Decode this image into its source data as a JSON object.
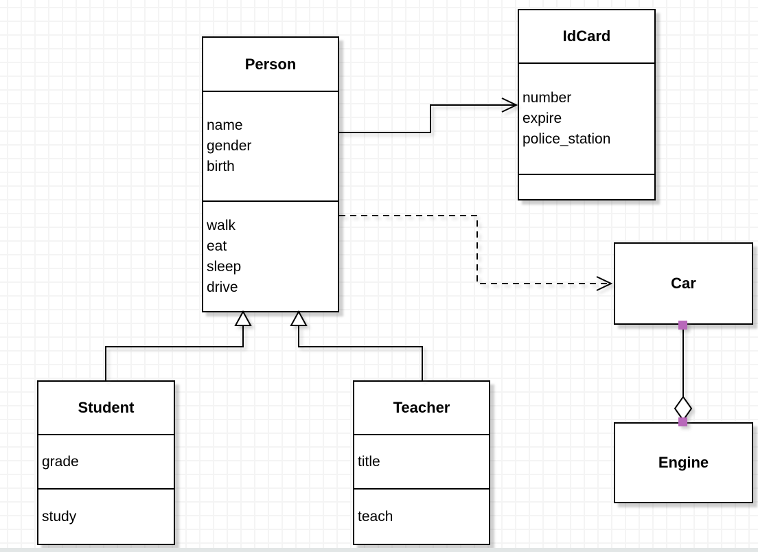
{
  "canvas": {
    "background": "#ffffff",
    "grid_color": "#f4f4f4",
    "line_color": "#000000"
  },
  "colors": {
    "selection_handle": "#b868ba"
  },
  "classes": {
    "person": {
      "title": "Person",
      "attributes": [
        "name",
        "gender",
        "birth"
      ],
      "methods": [
        "walk",
        "eat",
        "sleep",
        "drive"
      ]
    },
    "idcard": {
      "title": "IdCard",
      "attributes": [
        "number",
        "expire",
        "police_station"
      ],
      "methods": []
    },
    "car": {
      "title": "Car",
      "attributes": [],
      "methods": []
    },
    "engine": {
      "title": "Engine",
      "attributes": [],
      "methods": []
    },
    "student": {
      "title": "Student",
      "attributes": [
        "grade"
      ],
      "methods": [
        "study"
      ]
    },
    "teacher": {
      "title": "Teacher",
      "attributes": [
        "title"
      ],
      "methods": [
        "teach"
      ]
    }
  },
  "relationships": [
    {
      "type": "association",
      "from": "Person",
      "to": "IdCard",
      "style": "solid-open-arrow"
    },
    {
      "type": "dependency",
      "from": "Person",
      "to": "Car",
      "style": "dashed-open-arrow"
    },
    {
      "type": "generalization",
      "from": "Student",
      "to": "Person",
      "style": "solid-hollow-triangle"
    },
    {
      "type": "generalization",
      "from": "Teacher",
      "to": "Person",
      "style": "solid-hollow-triangle"
    },
    {
      "type": "aggregation",
      "from": "Car",
      "to": "Engine",
      "style": "solid-hollow-diamond",
      "selected": true
    }
  ]
}
